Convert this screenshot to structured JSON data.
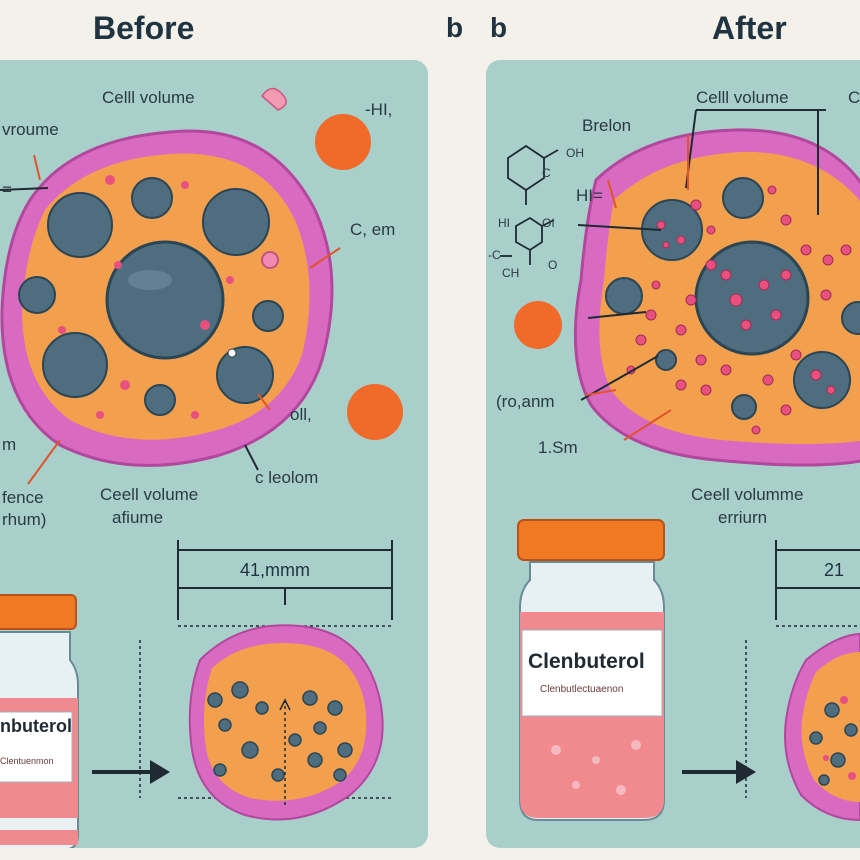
{
  "headings": {
    "before": "Before",
    "after": "After",
    "mid_letter_1": "b",
    "mid_letter_2": "b"
  },
  "before": {
    "top_label": "Celll volume",
    "left_label_1": "vroume",
    "left_label_2": "=",
    "right_label_1": "-HI,",
    "right_label_2": "C, em",
    "right_label_3": "oll,",
    "bottom_label_1": "c leolom",
    "bottom_left_1": "m",
    "bottom_left_2": "fence",
    "bottom_left_3": "rhum)",
    "caption_1": "Ceell volume",
    "caption_2": "afiume",
    "measure": "41,mmm",
    "vial_label": "nbuterol",
    "vial_sublabel": "Clentuenmon"
  },
  "after": {
    "top_label": "Celll volume",
    "top_right": "C",
    "left_label_1": "Brelon",
    "left_label_2": "HI=",
    "left_label_3": "(ro,anm",
    "left_label_4": "1.Sm",
    "chem_1": "OH",
    "chem_2": "C",
    "chem_3": "HI",
    "chem_4": "OI",
    "chem_5": "-C",
    "chem_6": "CH",
    "chem_7": "O",
    "caption_1": "Ceell volumme",
    "caption_2": "erriurn",
    "measure": "21",
    "vial_label": "Clenbuterol",
    "vial_sublabel": "Clenbutlectuaenon"
  },
  "colors": {
    "panel": "#a9cfcb",
    "membrane": "#d96ac2",
    "cytoplasm": "#f2a04e",
    "nucleus": "#4e6e80",
    "vesicle": "#e8507d",
    "orange_ball": "#f06a2a",
    "vial_cap": "#f07a22",
    "vial_liquid": "#f08a8e"
  }
}
